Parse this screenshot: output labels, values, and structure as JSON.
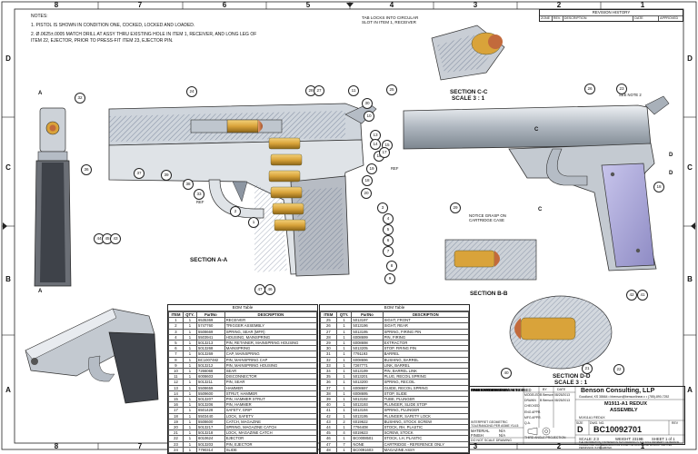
{
  "zones": {
    "top": [
      "8",
      "7",
      "6",
      "5",
      "4",
      "3",
      "2",
      "1"
    ],
    "side": [
      "D",
      "C",
      "B",
      "A"
    ]
  },
  "notes": {
    "heading": "NOTES:",
    "items": [
      "1.   PISTOL IS SHOWN IN CONDITION ONE, COCKED, LOCKED AND LOADED.",
      "2.   Ø.0625±.0005 MATCH DRILL AT ASSY THRU EXISTING HOLE IN ITEM 1, RECEIVER, AND LONG LEG OF ITEM 22, EJECTOR, PRIOR TO PRESS-FIT ITEM 23, EJECTOR PIN."
    ]
  },
  "callouts": {
    "tab_note": "TAB LOCKS INTO CIRCULAR SLOT IN ITEM 1, RECEIVER",
    "grasp_note": "NOTICE GRASP ON CARTRIDGE CASE",
    "see_note": "SEE NOTE 2",
    "ref1": "REF",
    "ref2": "REF",
    "balloons_a": [
      "32",
      "24",
      "28",
      "27",
      "11",
      "30",
      "10",
      "13",
      "14",
      "16",
      "15",
      "17",
      "19",
      "18",
      "20",
      "36",
      "37",
      "39",
      "38",
      "33",
      "2",
      "1",
      "3",
      "4",
      "5",
      "6",
      "7",
      "8",
      "9",
      "47",
      "46",
      "44",
      "45",
      "43"
    ],
    "balloons_c": [
      "29"
    ],
    "balloons_main": [
      "25",
      "26",
      "23",
      "18",
      "42",
      "41"
    ],
    "balloons_d": [
      "40",
      "21",
      "22"
    ],
    "letters": [
      "A",
      "A",
      "C",
      "C",
      "D",
      "D"
    ]
  },
  "sections": {
    "aa": "SECTION A-A",
    "bb": "SECTION B-B",
    "cc_line1": "SECTION C-C",
    "cc_line2": "SCALE 3 : 1",
    "dd_line1": "SECTION D-D",
    "dd_line2": "SCALE 3 : 1"
  },
  "bom": {
    "caption": "BOM Table",
    "headers": [
      "ITEM",
      "QTY.",
      "PartNo",
      "DESCRIPTION"
    ],
    "left": [
      [
        "1",
        "1",
        "6535369",
        "RECEIVER"
      ],
      [
        "2",
        "1",
        "5747760",
        "TRIGGER ASSEMBLY"
      ],
      [
        "3",
        "1",
        "5508669",
        "SPRING, SEAR (MFR)"
      ],
      [
        "4",
        "1",
        "5503941",
        "HOUSING, MAINSPRING"
      ],
      [
        "5",
        "1",
        "5013213",
        "PIN, RETAINER, MAINSPRING HOUSING"
      ],
      [
        "6",
        "1",
        "5013268",
        "MAINSPRING"
      ],
      [
        "7",
        "1",
        "5013269",
        "CAP, MAINSPRING"
      ],
      [
        "8",
        "1",
        "BC1007482",
        "PIN, MAINSPRING CAP"
      ],
      [
        "9",
        "1",
        "5013212",
        "PIN, MAINSPRING HOUSING"
      ],
      [
        "10",
        "1",
        "7266068",
        "SEAR"
      ],
      [
        "11",
        "1",
        "6008603",
        "DISCONNECTOR"
      ],
      [
        "12",
        "1",
        "5013211",
        "PIN, SEAR"
      ],
      [
        "13",
        "1",
        "5508659",
        "HAMMER"
      ],
      [
        "14",
        "1",
        "5509600",
        "STRUT, HAMMER"
      ],
      [
        "15",
        "1",
        "5013207",
        "PIN, HAMMER STRUT"
      ],
      [
        "16",
        "1",
        "5013206",
        "PIN, HAMMER"
      ],
      [
        "17",
        "1",
        "6501428",
        "SAFETY, GRIP"
      ],
      [
        "18",
        "1",
        "5503440",
        "LOCK, SAFETY"
      ],
      [
        "19",
        "1",
        "5508600",
        "CATCH, MAGAZINE"
      ],
      [
        "20",
        "1",
        "5013217",
        "SPRING, MAGAZINE CATCH"
      ],
      [
        "21",
        "1",
        "5013218",
        "LOCK, MAGAZINE CATCH"
      ],
      [
        "22",
        "1",
        "6010624",
        "EJECTOR"
      ],
      [
        "23",
        "1",
        "5013203",
        "PIN, EJECTOR"
      ],
      [
        "24",
        "1",
        "7790314",
        "SLIDE"
      ]
    ],
    "right": [
      [
        "25",
        "1",
        "5013197",
        "SIGHT, FRONT"
      ],
      [
        "26",
        "1",
        "5013196",
        "SIGHT, REAR"
      ],
      [
        "27",
        "1",
        "5013195",
        "SPRING, FIRING PIN"
      ],
      [
        "28",
        "1",
        "6008699",
        "PIN, FIRING"
      ],
      [
        "29",
        "1",
        "6008698",
        "EXTRACTOR"
      ],
      [
        "30",
        "1",
        "5013205",
        "STOP, FIRING PIN"
      ],
      [
        "31",
        "1",
        "7791193",
        "BARREL"
      ],
      [
        "32",
        "1",
        "6008696",
        "BUSHING, BARREL"
      ],
      [
        "33",
        "1",
        "7267771",
        "LINK, BARREL"
      ],
      [
        "34",
        "1",
        "5013199",
        "PIN, BARREL LINK"
      ],
      [
        "35",
        "1",
        "5013201",
        "PLUG, RECOIL SPRING"
      ],
      [
        "36",
        "1",
        "5013200",
        "SPRING, RECOIL"
      ],
      [
        "37",
        "1",
        "6008697",
        "GUIDE, RECOIL SPRING"
      ],
      [
        "38",
        "1",
        "6008695",
        "STOP, SLIDE"
      ],
      [
        "39",
        "1",
        "5013192",
        "TUBE, PLUNGER"
      ],
      [
        "40",
        "1",
        "5013193",
        "PLUNGER, SLIDE STOP"
      ],
      [
        "41",
        "1",
        "5013194",
        "SPRING, PLUNGER"
      ],
      [
        "42",
        "1",
        "5013195",
        "PLUNGER, SAFETY LOCK"
      ],
      [
        "43",
        "2",
        "6019622",
        "BUSHING, STOCK SCREW"
      ],
      [
        "44",
        "1",
        "7794408",
        "STOCK, RH, PLASTIC"
      ],
      [
        "45",
        "4",
        "6019623",
        "SCREW, STOCK"
      ],
      [
        "46",
        "1",
        "BC0008501",
        "STOCK, LH, PLASTIC"
      ],
      [
        "47",
        "7",
        "NONE",
        "CARTRIDGE - REFERENCE ONLY"
      ],
      [
        "48",
        "1",
        "BC0091603",
        "MAGAZINE ASSY"
      ]
    ]
  },
  "revision": {
    "title": "REVISION HISTORY",
    "columns": [
      "ZONE",
      "REV.",
      "DESCRIPTION",
      "DATE",
      "APPROVED"
    ]
  },
  "title_block": {
    "tolerance_lines": [
      "UNLESS OTHERWISE SPECIFIED",
      "DIMENSIONS ARE IN INCHES",
      "TOLERANCES:",
      "FRACTIONAL ±1/32",
      "ANGULAR: MACH ±1°",
      "TWO PLACE DECIMAL ±.01",
      "THREE PLACE DECIMAL ±.005"
    ],
    "interpret": "INTERPRET GEOMETRIC TOLERANCING PER ASME Y14.5",
    "material": "MATERIAL",
    "finish": "FINISH",
    "do_not_scale": "DO NOT SCALE DRAWING",
    "third_angle": "THIRD ANGLE PROJECTION",
    "sign_roles": [
      "MODELED",
      "DRAWN",
      "CHECKED",
      "ENG APPR.",
      "MFG APPR.",
      "Q.A."
    ],
    "sign_names": [
      "B Benson",
      "B Benson",
      "",
      "",
      "",
      ""
    ],
    "sign_dates": [
      "08/25/2013",
      "08/25/2013",
      "",
      "",
      "",
      ""
    ],
    "col_by": "BY",
    "col_date": "DATE",
    "company": "Benson Consulting, LLP",
    "address": "Goodland, KS 38664  •  bbenson@bensonlinear.c  •  (785)-890-7252",
    "title_line1": "M1911-A1 REDUX",
    "title_line2": "ASSEMBLY",
    "size_label": "SIZE",
    "size": "D",
    "dwg_label": "DWG. NO.",
    "dwg_no": "BC10092701",
    "rev_label": "REV",
    "scale": "SCALE: 2:3",
    "weight": "WEIGHT: 2319B",
    "sheet": "SHEET 1 of 1",
    "file_name": "M1911A1 REDUX",
    "na1": "N/A",
    "na2": "N/A",
    "proprietary": "THE INFORMATION CONTAINED IN THIS DRAWING IS THE SOLE PROPERTY OF BENSON CONSULTING. ANY REPRODUCTION IN PART OR AS A WHOLE WITHOUT WRITTEN PERMISSION IS PROHIBITED."
  },
  "colors": {
    "brass": "#d9a33a",
    "steel": "#9aa3ad",
    "grip": "#a9a6d8",
    "hatch": "#4a5a78",
    "copper": "#c26a3c"
  }
}
